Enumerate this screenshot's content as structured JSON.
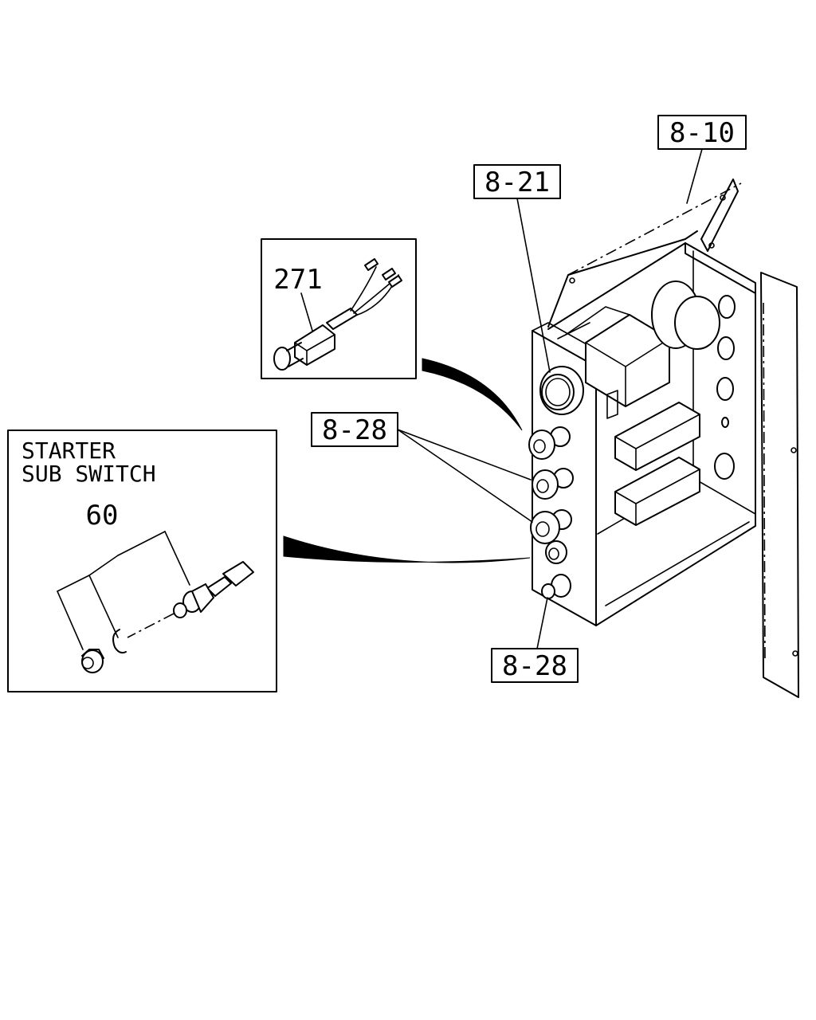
{
  "callouts": {
    "c_8_10": "8-10",
    "c_8_21": "8-21",
    "c_8_28_upper": "8-28",
    "c_8_28_lower": "8-28"
  },
  "inset_top": {
    "part_number": "271"
  },
  "inset_left": {
    "title_line1": "STARTER",
    "title_line2": "SUB SWITCH",
    "part_number": "60"
  }
}
